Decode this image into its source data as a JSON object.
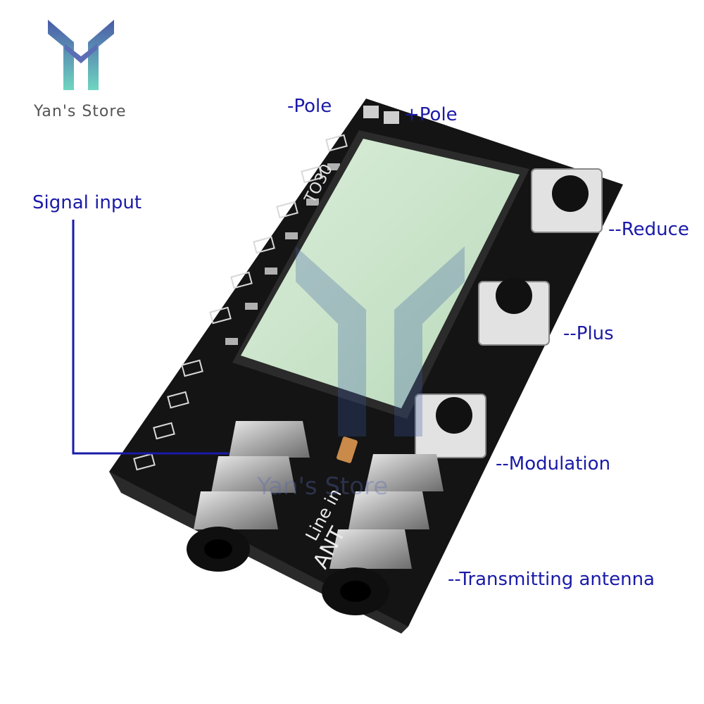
{
  "brand": {
    "store_name": "Yan's Store",
    "watermark_text": "Yan's Store"
  },
  "board": {
    "silk_ant": "ANT",
    "silk_line": "Line in",
    "silk_code": "TO30"
  },
  "annotations": {
    "neg_pole": "-Pole",
    "pos_pole": "+Pole",
    "signal_input": "Signal input",
    "reduce": "--Reduce",
    "plus": "--Plus",
    "modulation": "--Modulation",
    "antenna": "--Transmitting antenna"
  },
  "colors": {
    "annotation": "#1a1aa8",
    "pcb": "#141414",
    "lcd": "#cfe8cf",
    "logo_top": "#4a5aa8",
    "logo_bottom": "#6fd6c0"
  }
}
